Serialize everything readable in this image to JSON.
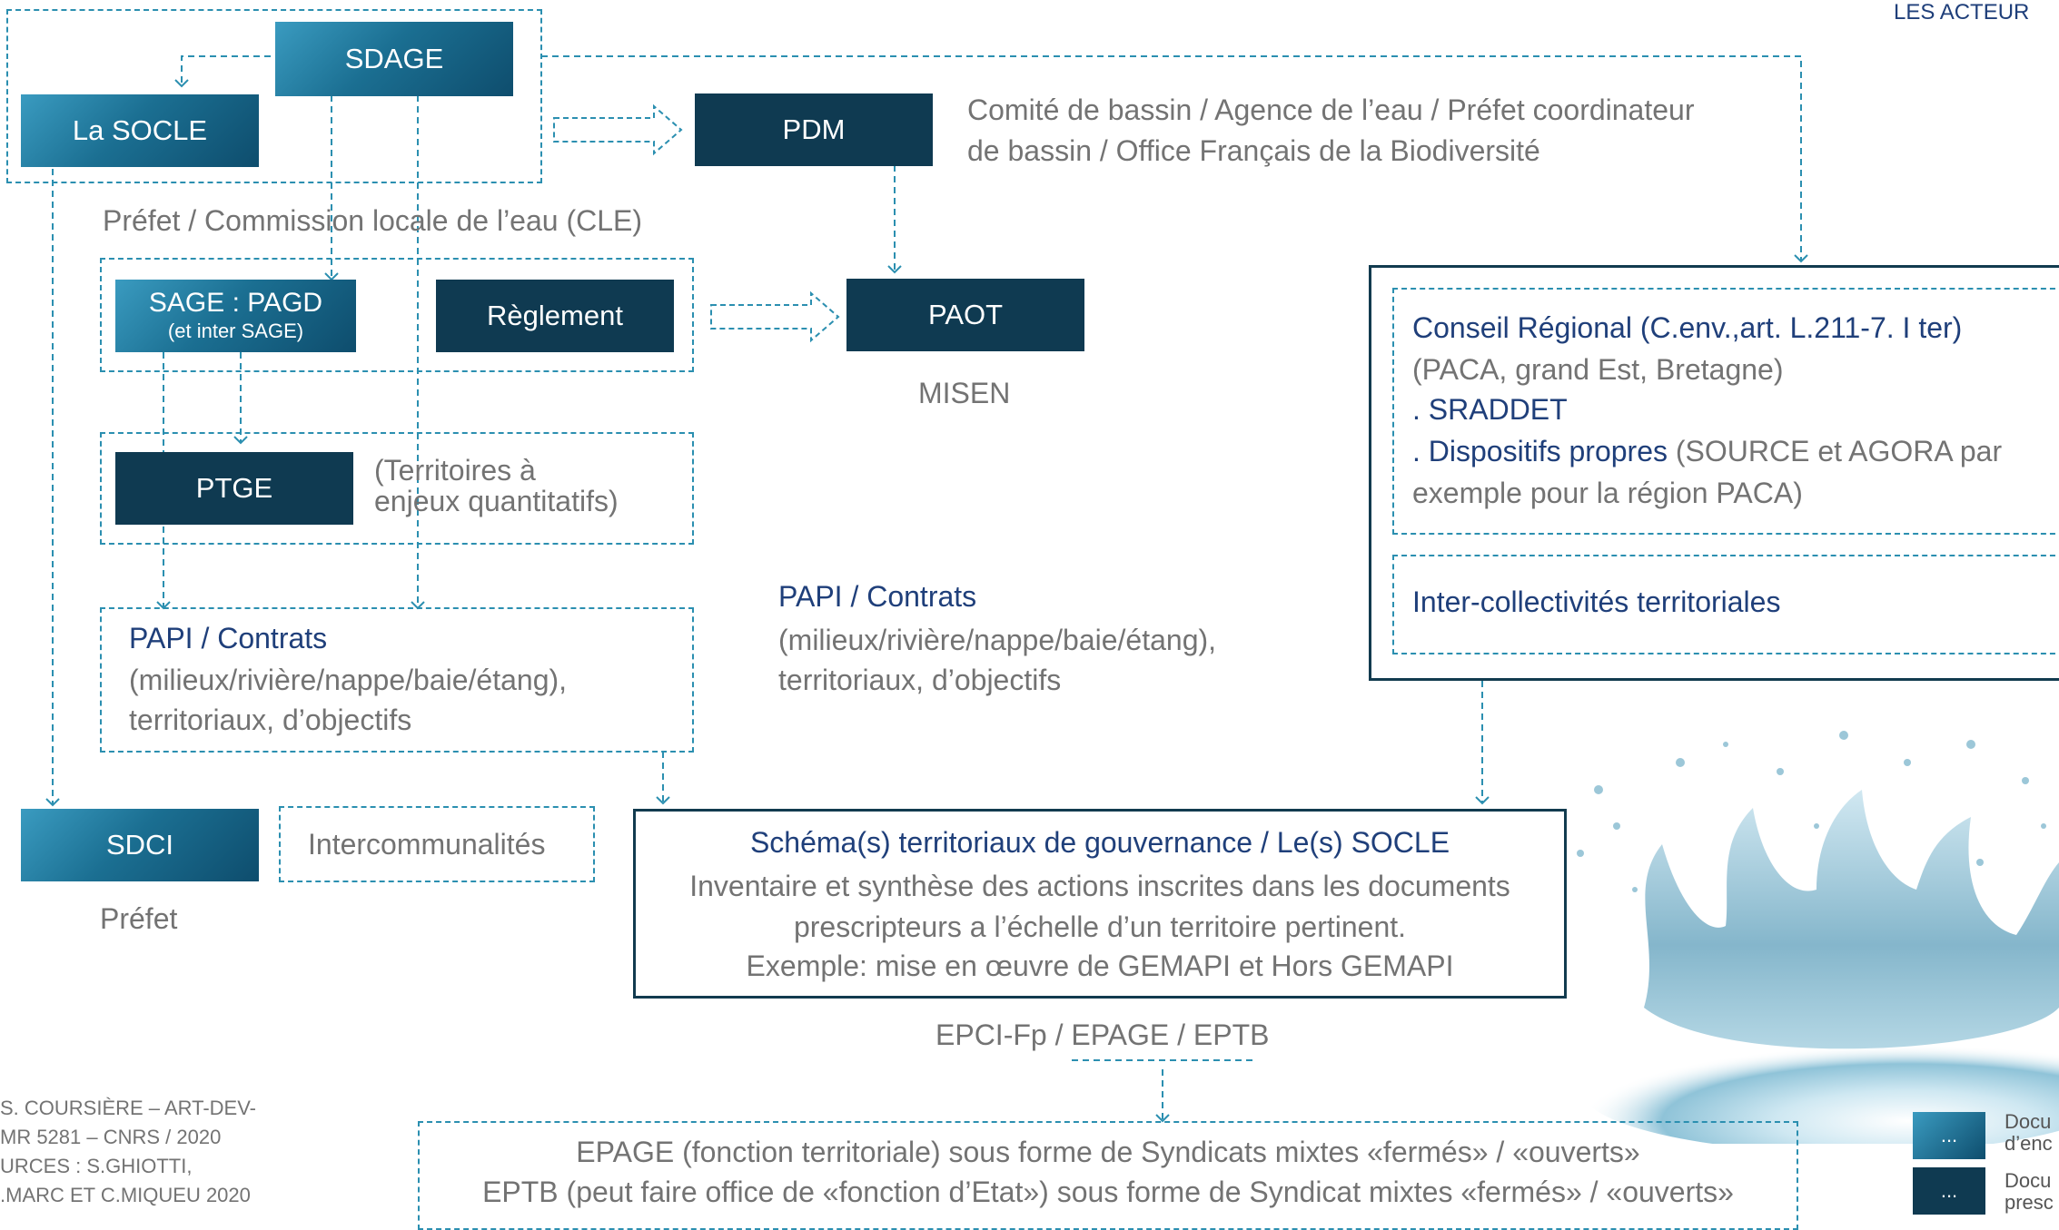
{
  "header_corner": "LES ACTEUR",
  "boxes": {
    "sdage": "SDAGE",
    "socle": "La SOCLE",
    "pdm": "PDM",
    "paot": "PAOT",
    "sage_main": "SAGE : PAGD",
    "sage_sub": "(et inter SAGE)",
    "reglement": "Règlement",
    "ptge": "PTGE",
    "sdci": "SDCI"
  },
  "texts": {
    "pdm_actors_line1": "Comité de bassin / Agence de l’eau / Préfet coordinateur",
    "pdm_actors_line2": "de bassin / Office Français de la Biodiversité",
    "prefet_cle": "Préfet / Commission locale de l’eau (CLE)",
    "misen": "MISEN",
    "ptge_note_line1": "(Territoires à",
    "ptge_note_line2": "enjeux quantitatifs)",
    "papi_left_title": "PAPI / Contrats",
    "papi_left_line1": "(milieux/rivière/nappe/baie/étang),",
    "papi_left_line2": "territoriaux, d’objectifs",
    "papi_right_title": "PAPI / Contrats",
    "papi_right_line1": "(milieux/rivière/nappe/baie/étang),",
    "papi_right_line2": "territoriaux, d’objectifs",
    "intercommunalites": "Intercommunalités",
    "prefet": "Préfet",
    "conseil_title": "Conseil Régional (C.env.,art. L.211-7. I ter)",
    "conseil_regions": "(PACA, grand Est, Bretagne)",
    "sraddet": ". SRADDET",
    "dispositifs_title": ". Dispositifs propres",
    "dispositifs_rest": " (SOURCE et AGORA par",
    "dispositifs_line2": "exemple pour la région PACA)",
    "inter_collectivites": "Inter-collectivités territoriales",
    "schema_title": "Schéma(s) territoriaux de gouvernance / Le(s) SOCLE",
    "schema_line1": "Inventaire et synthèse des actions inscrites dans les documents",
    "schema_line2": "prescripteurs a l’échelle d’un territoire pertinent.",
    "schema_line3": "Exemple: mise en œuvre de GEMAPI et Hors GEMAPI",
    "epci": "EPCI-Fp / EPAGE / EPTB",
    "epage_line": "EPAGE (fonction territoriale) sous forme de Syndicats mixtes «fermés» / «ouverts»",
    "eptb_line": "EPTB (peut faire office de «fonction d’Etat») sous forme de Syndicat mixtes «fermés» / «ouverts»"
  },
  "credits": {
    "line1": "S. COURSIÈRE – ART-DEV-",
    "line2": "MR 5281 – CNRS / 2020",
    "line3": "URCES : S.GHIOTTI,",
    "line4": ".MARC ET C.MIQUEU 2020"
  },
  "legend": {
    "item1_symbol": "...",
    "item1_line1": "Docu",
    "item1_line2": "d’enc",
    "item2_symbol": "...",
    "item2_line1": "Docu",
    "item2_line2": "presc"
  },
  "colors": {
    "dark_box": "#0f3a51",
    "dashed_line": "#2b8fb0",
    "gray_text": "#737373",
    "blue_text": "#1f3f7a"
  }
}
